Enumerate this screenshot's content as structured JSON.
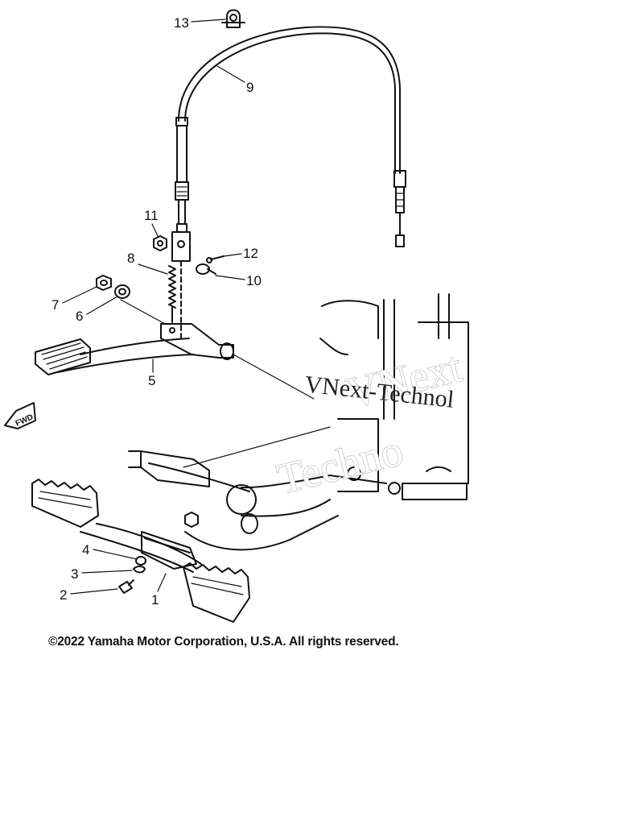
{
  "callouts": [
    {
      "num": "1",
      "part": "footrest-bracket"
    },
    {
      "num": "2",
      "part": "bolt"
    },
    {
      "num": "3",
      "part": "spring-washer"
    },
    {
      "num": "4",
      "part": "washer"
    },
    {
      "num": "5",
      "part": "brake-pedal"
    },
    {
      "num": "6",
      "part": "washer"
    },
    {
      "num": "7",
      "part": "nut"
    },
    {
      "num": "8",
      "part": "return-spring"
    },
    {
      "num": "9",
      "part": "brake-cable"
    },
    {
      "num": "10",
      "part": "pin"
    },
    {
      "num": "11",
      "part": "nut"
    },
    {
      "num": "12",
      "part": "cotter-pin"
    },
    {
      "num": "13",
      "part": "clamp"
    }
  ],
  "direction_label": "FWD",
  "watermark": {
    "line1": "VNext",
    "line2": "Techno",
    "line3": "VNext-Technol"
  },
  "copyright": "©2022 Yamaha Motor Corporation, U.S.A. All rights reserved."
}
